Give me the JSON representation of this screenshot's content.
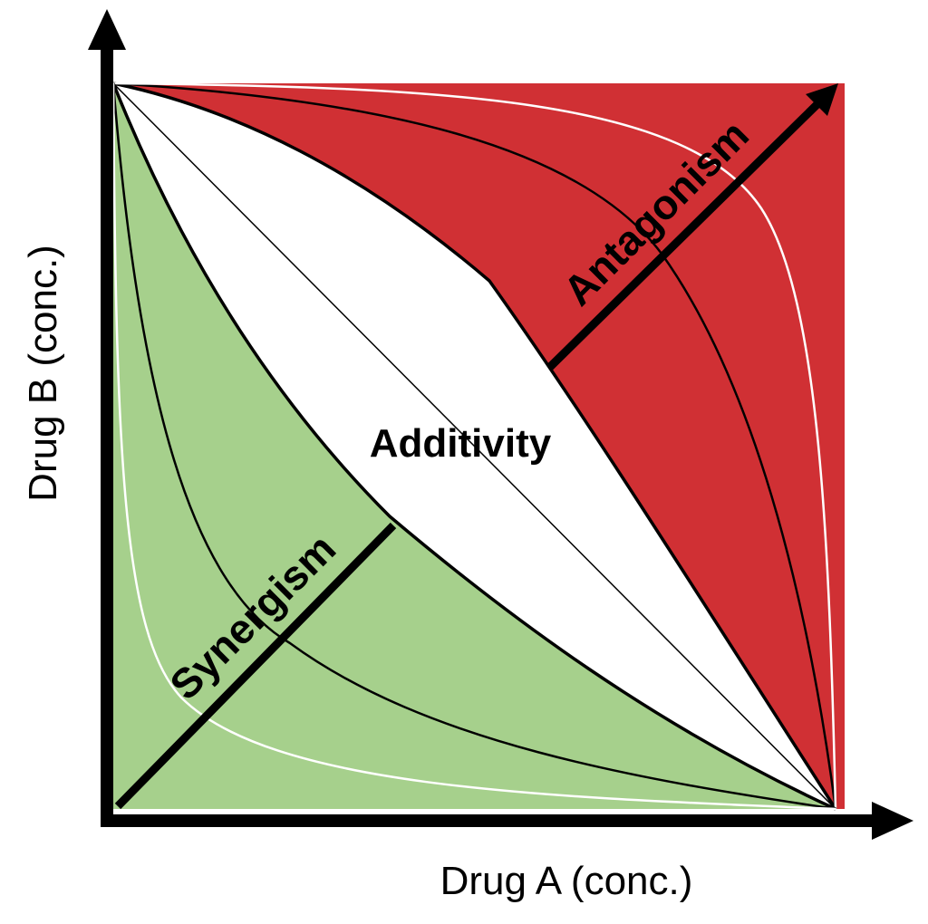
{
  "diagram": {
    "x_axis_label": "Drug A (conc.)",
    "y_axis_label": "Drug B (conc.)",
    "regions": {
      "antagonism": {
        "label": "Antagonism",
        "color": "#D03034"
      },
      "additivity": {
        "label": "Additivity",
        "color": "#FFFFFF"
      },
      "synergism": {
        "label": "Synergism",
        "color": "#A6D08C"
      }
    },
    "colors": {
      "axis": "#000000",
      "isobole": "#000000",
      "boundary_isobole": "#FFFFFF"
    }
  }
}
